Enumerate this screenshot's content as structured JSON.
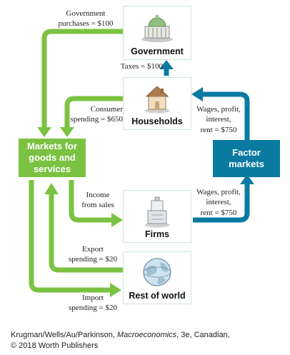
{
  "colors": {
    "goods_flow": "#7cc242",
    "factor_flow": "#0a7aa1",
    "tax_arrow": "#0a7aa1"
  },
  "nodes": {
    "government": {
      "label": "Government",
      "icon": "government-building-icon"
    },
    "households": {
      "label": "Households",
      "icon": "house-icon"
    },
    "firms": {
      "label": "Firms",
      "icon": "factory-building-icon"
    },
    "rest_of_world": {
      "label": "Rest of world",
      "icon": "globe-icon"
    },
    "goods_market": {
      "label_lines": [
        "Markets for",
        "goods and",
        "services"
      ]
    },
    "factor_market": {
      "label_lines": [
        "Factor",
        "markets"
      ]
    }
  },
  "flows": {
    "government_purchases": [
      "Government",
      "purchases = $100"
    ],
    "taxes": [
      "Taxes = $100"
    ],
    "consumer_spending": [
      "Consumer",
      "spending = $650"
    ],
    "wages_to_households": [
      "Wages, profit,",
      "interest,",
      "rent = $750"
    ],
    "income_from_sales": [
      "Income",
      "from sales"
    ],
    "wages_from_firms": [
      "Wages, profit,",
      "interest,",
      "rent = $750"
    ],
    "export_spending": [
      "Export",
      "spending = $20"
    ],
    "import_spending": [
      "Import",
      "spending = $20"
    ]
  },
  "credit": {
    "line1_prefix": "Krugman/Wells/Au/Parkinson, ",
    "line1_italic": "Macroeconomics",
    "line1_suffix": ", 3e, Canadian,",
    "line2": "© 2018 Worth Publishers"
  }
}
